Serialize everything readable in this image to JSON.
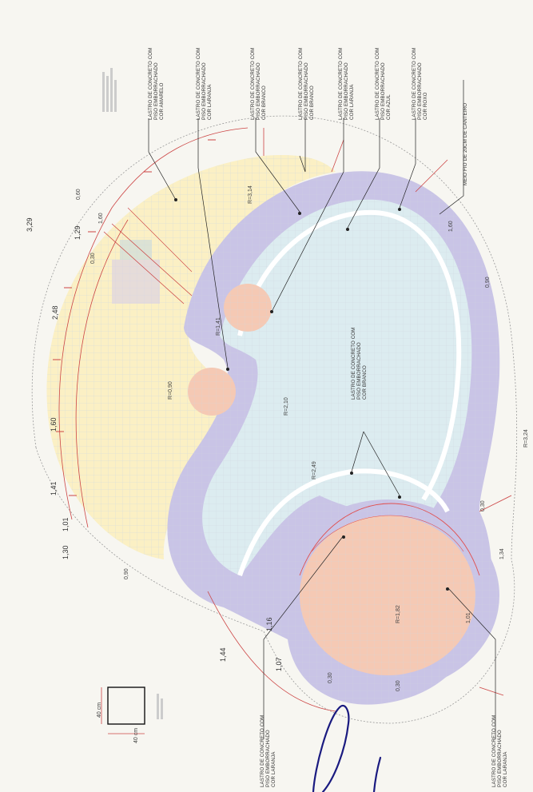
{
  "callouts_top": [
    {
      "lines": [
        "LASTRO DE CONCRETO COM",
        "PISO EMBORRACHADO",
        "COR AMARELO"
      ]
    },
    {
      "lines": [
        "LASTRO DE CONCRETO COM",
        "PISO EMBORRACHADO",
        "COR LARANJA"
      ]
    },
    {
      "lines": [
        "LASTRO DE CONCRETO COM",
        "PISO EMBORRACHADO",
        "COR BRANCO"
      ]
    },
    {
      "lines": [
        "LASTRO DE CONCRETO COM",
        "PISO EMBORRACHADO",
        "COR BRANCO"
      ]
    },
    {
      "lines": [
        "LASTRO DE CONCRETO COM",
        "PISO EMBORRACHADO",
        "COR LARANJA"
      ]
    },
    {
      "lines": [
        "LASTRO DE CONCRETO COM",
        "PISO EMBORRACHADO",
        "COR AZUL"
      ]
    },
    {
      "lines": [
        "LASTRO DE CONCRETO COM",
        "PISO EMBORRACHADO",
        "COR ROXO"
      ]
    }
  ],
  "callout_curb": "MEIO FIO DE 20CM DE CANTEIRO",
  "callout_center": [
    "LASTRO DE CONCRETO COM",
    "PISO EMBORRACHADO",
    "COR BRANCO"
  ],
  "callout_bottom_left": [
    "LASTRO DE CONCRETO COM",
    "PISO EMBORRACHADO",
    "COR LARANJA"
  ],
  "callout_bottom_right": [
    "LASTRO DE CONCRETO COM",
    "PISO EMBORRACHADO",
    "COR LARANJA"
  ],
  "legend": {
    "width_label": "40 cm",
    "height_label": "40 cm"
  },
  "dimensions": {
    "left": [
      "1,29",
      "3,29",
      "1,44",
      "2,48",
      "1,60",
      "1,41",
      "1,01",
      "1,30"
    ],
    "left_outer": [
      "0,60",
      "0,30",
      "1,60",
      "0,90"
    ],
    "bottom": [
      "1,16",
      "1,07",
      "1,44",
      "0,30",
      "0,30"
    ],
    "right": [
      "1,60",
      "0,90",
      "1,34",
      "0,30",
      "1,01"
    ],
    "radii": [
      "R=3,14",
      "R=2,10",
      "R=0,90",
      "R=1,41",
      "R=2,49",
      "R=3,24",
      "R=1,82"
    ]
  },
  "colors": {
    "yellow": "#fbf0c4",
    "lavender": "#c9c4e6",
    "light_blue": "#dcecf0",
    "orange": "#f5c9b4",
    "grid": "#cfd8e0",
    "dimension": "#cc4444"
  }
}
